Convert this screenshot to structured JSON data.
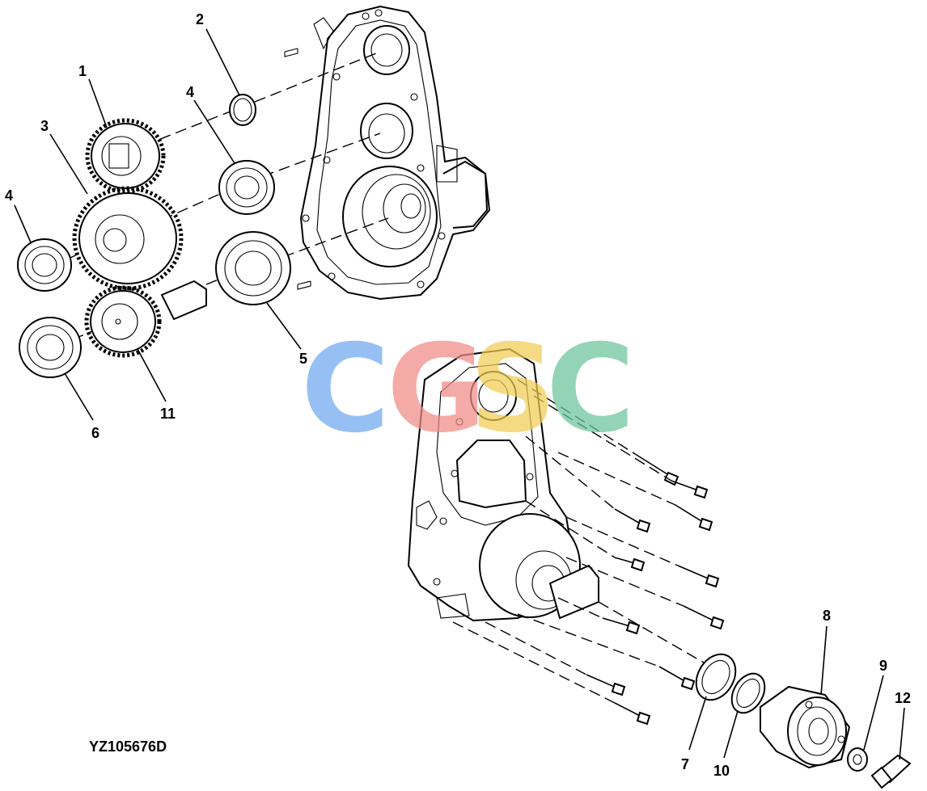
{
  "figure_id": "YZ105676D",
  "callouts": [
    "1",
    "2",
    "3",
    "4",
    "4",
    "5",
    "6",
    "11",
    "8",
    "9",
    "12",
    "7",
    "10"
  ],
  "watermark": {
    "letters": [
      "C",
      "G",
      "S",
      "C"
    ],
    "colors": [
      "#6ea8f0",
      "#f08a84",
      "#f2cc55",
      "#6cc49a"
    ]
  },
  "colors": {
    "line": "#000000",
    "background": "#ffffff"
  }
}
